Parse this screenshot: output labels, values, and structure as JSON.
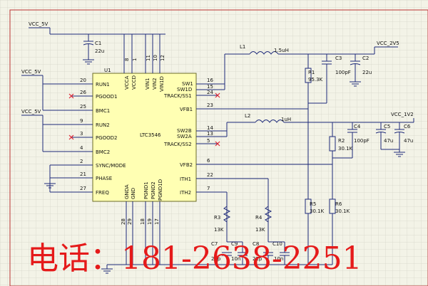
{
  "nets": {
    "vcc5_1": "VCC_5V",
    "vcc5_2": "VCC_5V",
    "vcc5_3": "VCC_5V",
    "vcc25": "VCC_2V5",
    "vcc12": "VCC_1V2"
  },
  "chip": {
    "ref": "U1",
    "part": "LTC3546",
    "left_pins": [
      {
        "num": "20",
        "name": "RUN1"
      },
      {
        "num": "26",
        "name": "PGOOD1"
      },
      {
        "num": "25",
        "name": "BMC1"
      },
      {
        "num": "9",
        "name": "RUN2"
      },
      {
        "num": "3",
        "name": "PGOOD2"
      },
      {
        "num": "4",
        "name": "BMC2"
      },
      {
        "num": "2",
        "name": "SYNC/MODE"
      },
      {
        "num": "21",
        "name": "PHASE"
      },
      {
        "num": "27",
        "name": "FREQ"
      }
    ],
    "right_pins": [
      {
        "num": "16",
        "name": "SW1"
      },
      {
        "num": "15",
        "name": "SW1D"
      },
      {
        "num": "24",
        "name": "TRACK/SS1"
      },
      {
        "num": "23",
        "name": "VFB1"
      },
      {
        "num": "14",
        "name": "SW2B"
      },
      {
        "num": "13",
        "name": "SW2A"
      },
      {
        "num": "5",
        "name": "TRACK/SS2"
      },
      {
        "num": "6",
        "name": "VFB2"
      },
      {
        "num": "22",
        "name": "ITH1"
      },
      {
        "num": "7",
        "name": "ITH2"
      }
    ],
    "top_pins": [
      {
        "num": "8",
        "name": "VCCA"
      },
      {
        "num": "1",
        "name": "VCCD"
      },
      {
        "num": "11",
        "name": "VIN1"
      },
      {
        "num": "10",
        "name": "VIN2"
      },
      {
        "num": "12",
        "name": "VIN1D"
      }
    ],
    "bottom_pins": [
      {
        "num": "28",
        "name": "GNDA"
      },
      {
        "num": "29",
        "name": "GND"
      },
      {
        "num": "18",
        "name": "PGND1"
      },
      {
        "num": "19",
        "name": "PGND2"
      },
      {
        "num": "17",
        "name": "PGND1D"
      }
    ]
  },
  "components": {
    "c1": {
      "ref": "C1",
      "value": "22u"
    },
    "l1": {
      "ref": "L1",
      "value": "1.5uH"
    },
    "c3": {
      "ref": "C3",
      "value": "100pF"
    },
    "c2": {
      "ref": "C2",
      "value": "22u"
    },
    "r1": {
      "ref": "R1",
      "value": "95.3K"
    },
    "l2": {
      "ref": "L2",
      "value": "1uH"
    },
    "c4": {
      "ref": "C4",
      "value": "100pF"
    },
    "c5": {
      "ref": "C5",
      "value": "47u"
    },
    "c6": {
      "ref": "C6",
      "value": "47u"
    },
    "r2": {
      "ref": "R2",
      "value": "30.1K"
    },
    "r3": {
      "ref": "R3",
      "value": "13K"
    },
    "r4": {
      "ref": "R4",
      "value": "13K"
    },
    "r5": {
      "ref": "R5",
      "value": "30.1K"
    },
    "r6": {
      "ref": "R6",
      "value": "30.1K"
    },
    "c7": {
      "ref": "C7",
      "value": "22p"
    },
    "c9": {
      "ref": "C9",
      "value": "10n"
    },
    "c8": {
      "ref": "C8",
      "value": "22p"
    },
    "c10": {
      "ref": "C10",
      "value": "10n"
    }
  },
  "watermark": "电话：181-2638-2251"
}
